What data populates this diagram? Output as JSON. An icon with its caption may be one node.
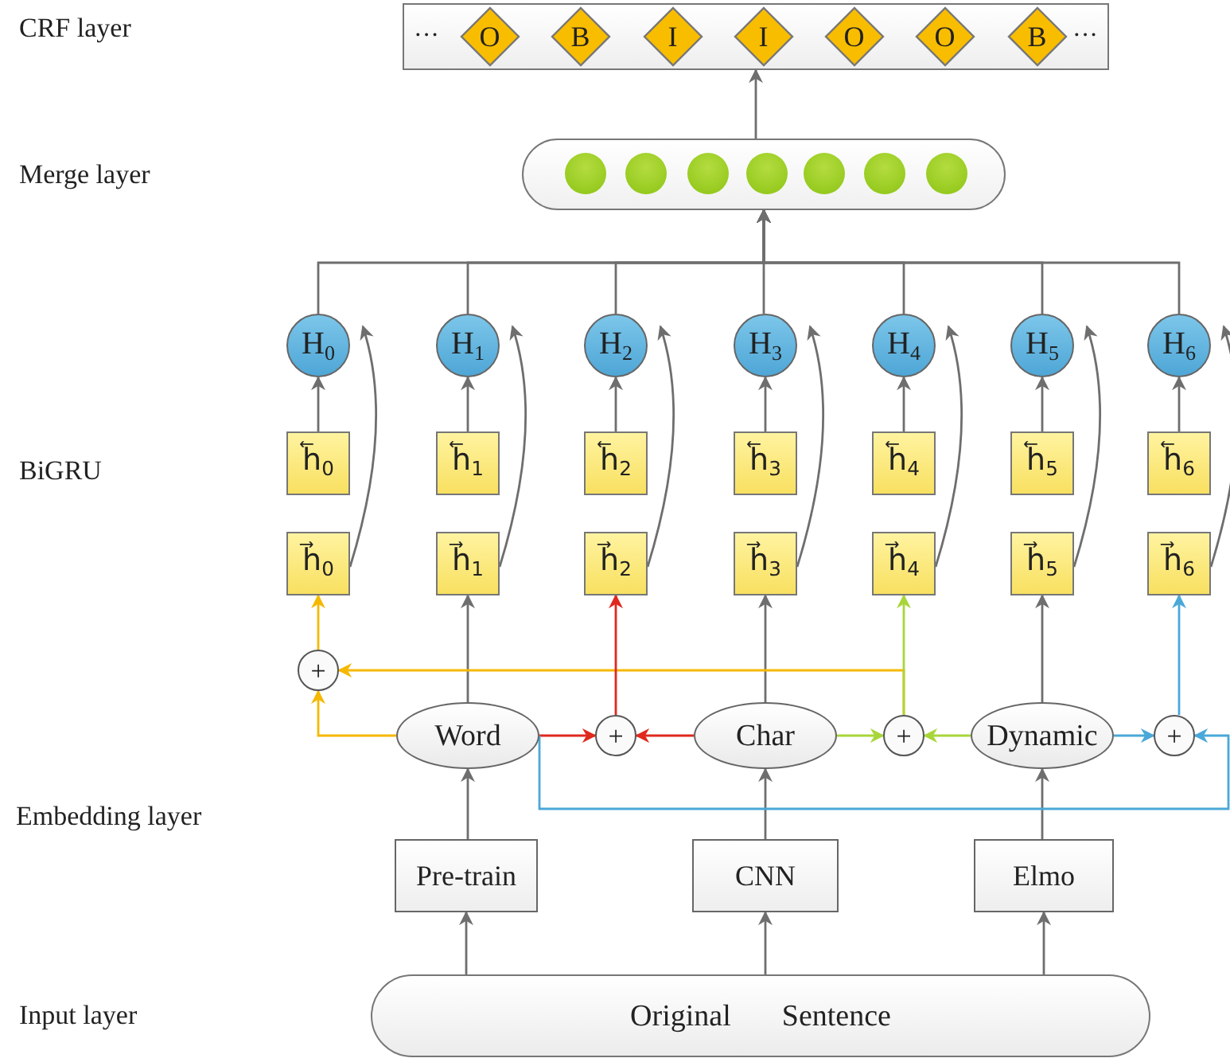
{
  "diagram": {
    "nodes": [
      {
        "text": [
          "···",
          "···"
        ]
      },
      {
        "text": [
          "O"
        ],
        "in": 0
      },
      {
        "text": [
          "B"
        ],
        "in": 0
      },
      {
        "text": [
          "I"
        ],
        "in": 0
      },
      {
        "text": [
          "I"
        ],
        "in": 0
      },
      {
        "text": [
          "O"
        ],
        "in": 0
      },
      {
        "text": [
          "O"
        ],
        "in": 0
      },
      {
        "text": [
          "B"
        ],
        "in": 0
      },
      {
        "text": [],
        "shape": "box"
      },
      {
        "text": [],
        "shape": "circle",
        "in": 8
      },
      {
        "text": [],
        "shape": "circle",
        "in": 8
      },
      {
        "text": [],
        "shape": "circle",
        "in": 8
      },
      {
        "text": [],
        "shape": "circle",
        "in": 8
      },
      {
        "text": [],
        "shape": "circle",
        "in": 8
      },
      {
        "text": [],
        "shape": "circle",
        "in": 8
      },
      {
        "text": [],
        "shape": "circle",
        "in": 8
      },
      {
        "text": [
          "H$_{0}$"
        ]
      },
      {
        "text": [
          "H$_{1}$"
        ]
      },
      {
        "text": [
          "H$_{2}$"
        ]
      },
      {
        "text": [
          "H$_{3}$"
        ]
      },
      {
        "text": [
          "H$_{4}$"
        ]
      },
      {
        "text": [
          "H$_{5}$"
        ]
      },
      {
        "text": [
          "H$_{6}$"
        ]
      },
      {
        "text": [
          "h⃖$_{0}$"
        ]
      },
      {
        "text": [
          "h⃖$_{1}$"
        ]
      },
      {
        "text": [
          "h⃖$_{2}$"
        ]
      },
      {
        "text": [
          "h⃖$_{3}$"
        ]
      },
      {
        "text": [
          "h⃖$_{4}$"
        ]
      },
      {
        "text": [
          "h⃖$_{5}$"
        ]
      },
      {
        "text": [
          "h⃖$_{6}$"
        ]
      },
      {
        "text": [
          "h⃗$_{0}$"
        ]
      },
      {
        "text": [
          "h⃗$_{1}$"
        ]
      },
      {
        "text": [
          "h⃗$_{2}$"
        ]
      },
      {
        "text": [
          "h⃗$_{3}$"
        ]
      },
      {
        "text": [
          "h⃗$_{4}$"
        ]
      },
      {
        "text": [
          "h⃗$_{5}$"
        ]
      },
      {
        "text": [
          "h⃗$_{6}$"
        ]
      },
      {
        "text": [
          "+"
        ]
      },
      {
        "text": [
          "Word"
        ]
      },
      {
        "text": [
          "+"
        ]
      },
      {
        "text": [
          "Char"
        ]
      },
      {
        "text": [
          "+"
        ]
      },
      {
        "text": [
          "Dynamic"
        ]
      },
      {
        "text": [
          "+"
        ]
      },
      {
        "text": [
          "Pre-train"
        ]
      },
      {
        "text": [
          "CNN"
        ]
      },
      {
        "text": [
          "Elmo"
        ]
      },
      {
        "text": [
          "Original",
          "Sentence"
        ]
      }
    ],
    "edges": [
      {
        "from": 8,
        "to": 0,
        "arrow": "to"
      },
      {
        "from": 16,
        "to": 8,
        "arrow": "to"
      },
      {
        "from": 17,
        "to": 8,
        "arrow": "to"
      },
      {
        "from": 18,
        "to": 8,
        "arrow": "to"
      },
      {
        "from": 19,
        "to": 8,
        "arrow": "to"
      },
      {
        "from": 20,
        "to": 8,
        "arrow": "to"
      },
      {
        "from": 21,
        "to": 8,
        "arrow": "to"
      },
      {
        "from": 22,
        "to": 8,
        "arrow": "to"
      },
      {
        "from": 23,
        "to": 16,
        "arrow": "to"
      },
      {
        "from": 24,
        "to": 17,
        "arrow": "to"
      },
      {
        "from": 25,
        "to": 18,
        "arrow": "to"
      },
      {
        "from": 26,
        "to": 19,
        "arrow": "to"
      },
      {
        "from": 27,
        "to": 20,
        "arrow": "to"
      },
      {
        "from": 28,
        "to": 21,
        "arrow": "to"
      },
      {
        "from": 29,
        "to": 22,
        "arrow": "to"
      },
      {
        "from": 30,
        "to": 16,
        "arrow": "to"
      },
      {
        "from": 31,
        "to": 17,
        "arrow": "to"
      },
      {
        "from": 32,
        "to": 18,
        "arrow": "to"
      },
      {
        "from": 33,
        "to": 19,
        "arrow": "to"
      },
      {
        "from": 34,
        "to": 20,
        "arrow": "to"
      },
      {
        "from": 35,
        "to": 21,
        "arrow": "to"
      },
      {
        "from": 36,
        "to": 22,
        "arrow": "to"
      },
      {
        "from": 47,
        "to": 44,
        "arrow": "to"
      },
      {
        "from": 47,
        "to": 45,
        "arrow": "to"
      },
      {
        "from": 47,
        "to": 46,
        "arrow": "to"
      },
      {
        "from": 44,
        "to": 38,
        "arrow": "to"
      },
      {
        "from": 45,
        "to": 40,
        "arrow": "to"
      },
      {
        "from": 46,
        "to": 42,
        "arrow": "to"
      },
      {
        "from": 38,
        "to": 31,
        "arrow": "to"
      },
      {
        "from": 40,
        "to": 33,
        "arrow": "to"
      },
      {
        "from": 42,
        "to": 35,
        "arrow": "to"
      },
      {
        "from": 38,
        "to": 37,
        "arrow": "to",
        "color": "#f5b800"
      },
      {
        "from": 41,
        "to": 37,
        "arrow": "to",
        "color": "#f5b800"
      },
      {
        "from": 37,
        "to": 30,
        "arrow": "to",
        "color": "#f5b800"
      },
      {
        "from": 38,
        "to": 39,
        "arrow": "to",
        "color": "#e0281e"
      },
      {
        "from": 40,
        "to": 39,
        "arrow": "to",
        "color": "#e0281e"
      },
      {
        "from": 39,
        "to": 32,
        "arrow": "to",
        "color": "#e0281e"
      },
      {
        "from": 40,
        "to": 41,
        "arrow": "to",
        "color": "#a8d63a"
      },
      {
        "from": 42,
        "to": 41,
        "arrow": "to",
        "color": "#a8d63a"
      },
      {
        "from": 41,
        "to": 34,
        "arrow": "to",
        "color": "#a8d63a"
      },
      {
        "from": 42,
        "to": 43,
        "arrow": "to",
        "color": "#4aa8d8"
      },
      {
        "from": 38,
        "to": 43,
        "arrow": "to",
        "color": "#4aa8d8"
      },
      {
        "from": 43,
        "to": 36,
        "arrow": "to",
        "color": "#4aa8d8"
      }
    ],
    "labels": [
      "CRF layer",
      "Merge layer",
      "BiGRU",
      "Embedding layer",
      "Input layer"
    ]
  }
}
